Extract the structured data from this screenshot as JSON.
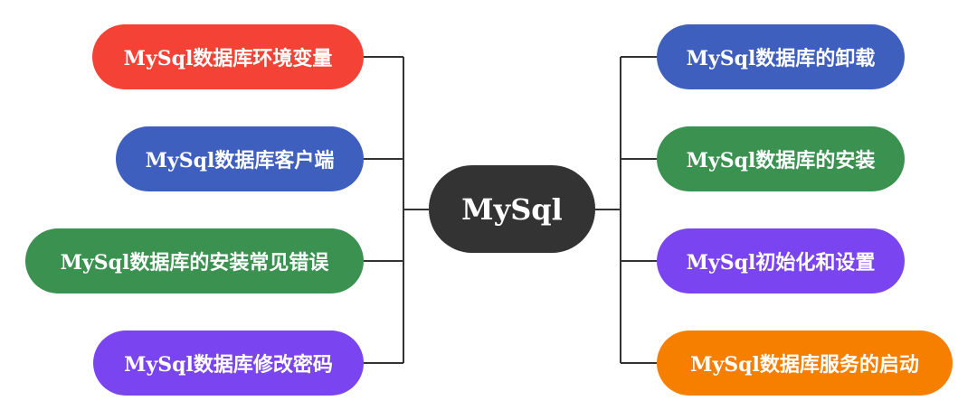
{
  "center": {
    "label": "MySql",
    "color": "#333333"
  },
  "left": [
    {
      "label": "MySql数据库环境变量",
      "color": "#F44336"
    },
    {
      "label": "MySql数据库客户端",
      "color": "#3F5FBF"
    },
    {
      "label": "MySql数据库的安装常见错误",
      "color": "#3A9150"
    },
    {
      "label": "MySql数据库修改密码",
      "color": "#7A45F0"
    }
  ],
  "right": [
    {
      "label": "MySql数据库的卸载",
      "color": "#3F5FBF"
    },
    {
      "label": "MySql数据库的安装",
      "color": "#3A9150"
    },
    {
      "label": "MySql初始化和设置",
      "color": "#7A45F0"
    },
    {
      "label": "MySql数据库服务的启动",
      "color": "#F77F00"
    }
  ],
  "connector_color": "#333333"
}
